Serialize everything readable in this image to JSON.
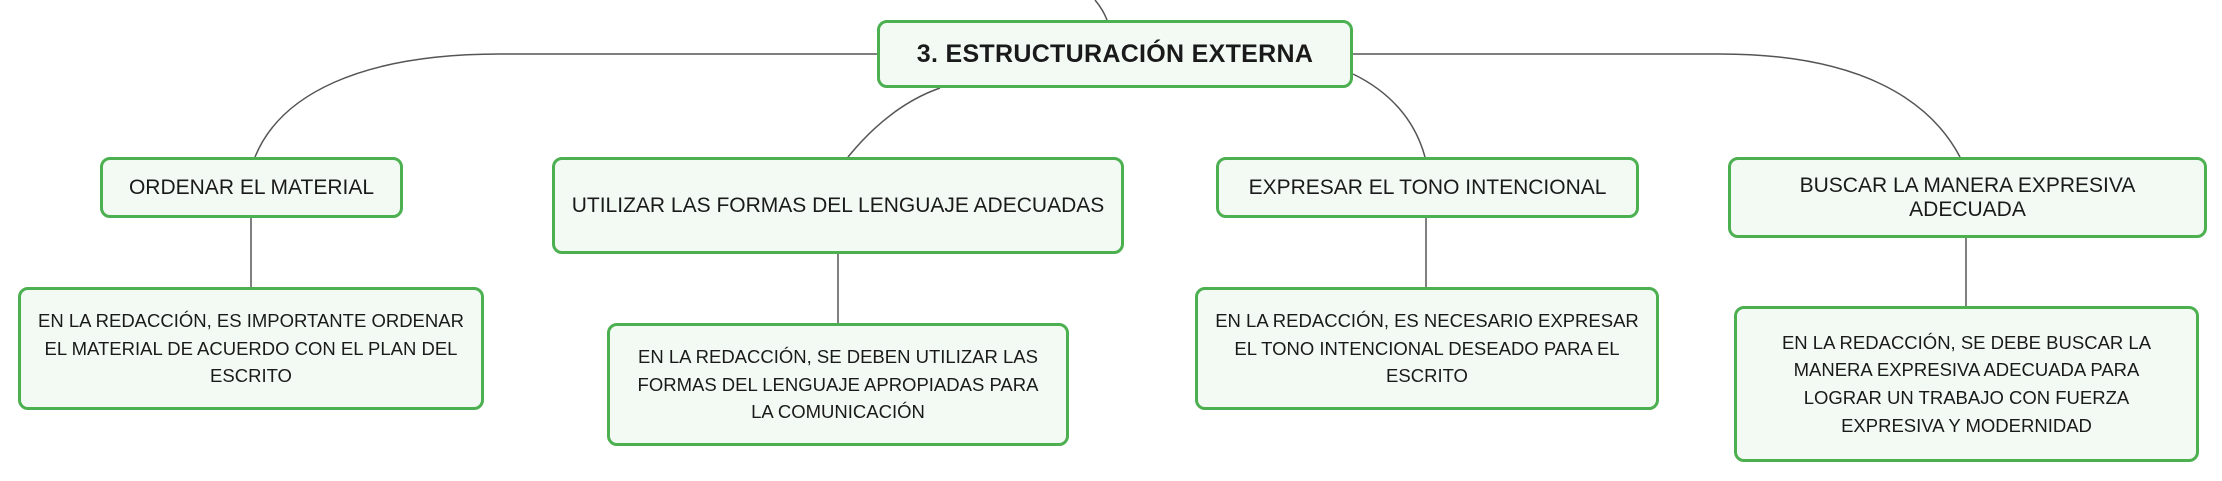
{
  "diagram": {
    "root": {
      "label": "3. ESTRUCTURACIÓN EXTERNA"
    },
    "branches": [
      {
        "label": "ORDENAR EL MATERIAL",
        "detail": "EN LA REDACCIÓN, ES IMPORTANTE ORDENAR EL MATERIAL DE ACUERDO CON EL PLAN DEL ESCRITO"
      },
      {
        "label": "UTILIZAR LAS FORMAS DEL LENGUAJE ADECUADAS",
        "detail": "EN LA REDACCIÓN, SE DEBEN UTILIZAR LAS FORMAS DEL LENGUAJE APROPIADAS PARA LA COMUNICACIÓN"
      },
      {
        "label": "EXPRESAR EL TONO INTENCIONAL",
        "detail": "EN LA REDACCIÓN, ES NECESARIO EXPRESAR EL TONO INTENCIONAL DESEADO PARA EL ESCRITO"
      },
      {
        "label": "BUSCAR LA MANERA EXPRESIVA ADECUADA",
        "detail": "EN LA REDACCIÓN, SE DEBE BUSCAR LA MANERA EXPRESIVA ADECUADA PARA LOGRAR UN TRABAJO CON FUERZA EXPRESIVA Y MODERNIDAD"
      }
    ]
  },
  "colors": {
    "node_border": "#4caf50",
    "node_fill": "#f3faf4",
    "connector": "#555555",
    "text": "#1a1a1a"
  }
}
